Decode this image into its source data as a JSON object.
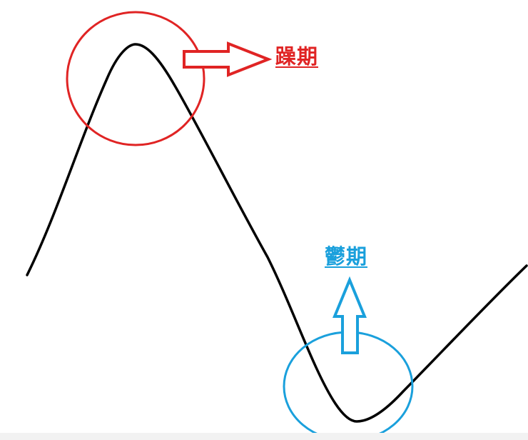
{
  "labels": {
    "manic": "躁期",
    "depressive": "鬱期"
  },
  "colors": {
    "curve": "#000000",
    "manic": "#e02424",
    "depressive": "#1aa0dc",
    "background": "#ffffff"
  },
  "icons": {
    "manic_arrow": "right-arrow-outline",
    "depressive_arrow": "up-arrow-outline"
  }
}
